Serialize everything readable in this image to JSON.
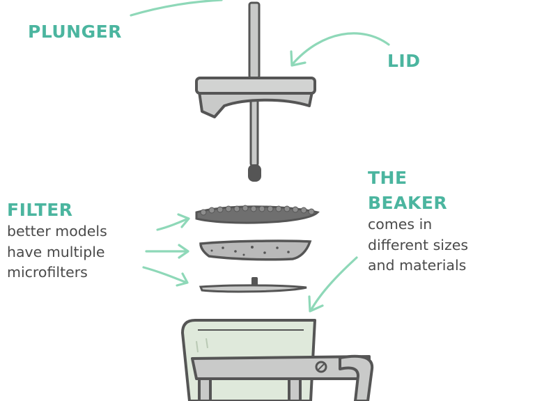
{
  "labels": {
    "plunger": "PLUNGER",
    "lid": "LID",
    "filter": {
      "title": "FILTER",
      "desc": [
        "better models",
        "have multiple",
        "microfilters"
      ]
    },
    "beaker": {
      "title": [
        "THE",
        "BEAKER"
      ],
      "desc": [
        "comes in",
        "different sizes",
        "and materials"
      ]
    }
  },
  "colors": {
    "accent": "#4bb59f",
    "arrow": "#8ed8b8",
    "outline": "#555555",
    "metal": "#c9cac9",
    "filter_fill": "#6f6f6f",
    "glass": "#dfe9db",
    "text": "#4a4a4a"
  }
}
